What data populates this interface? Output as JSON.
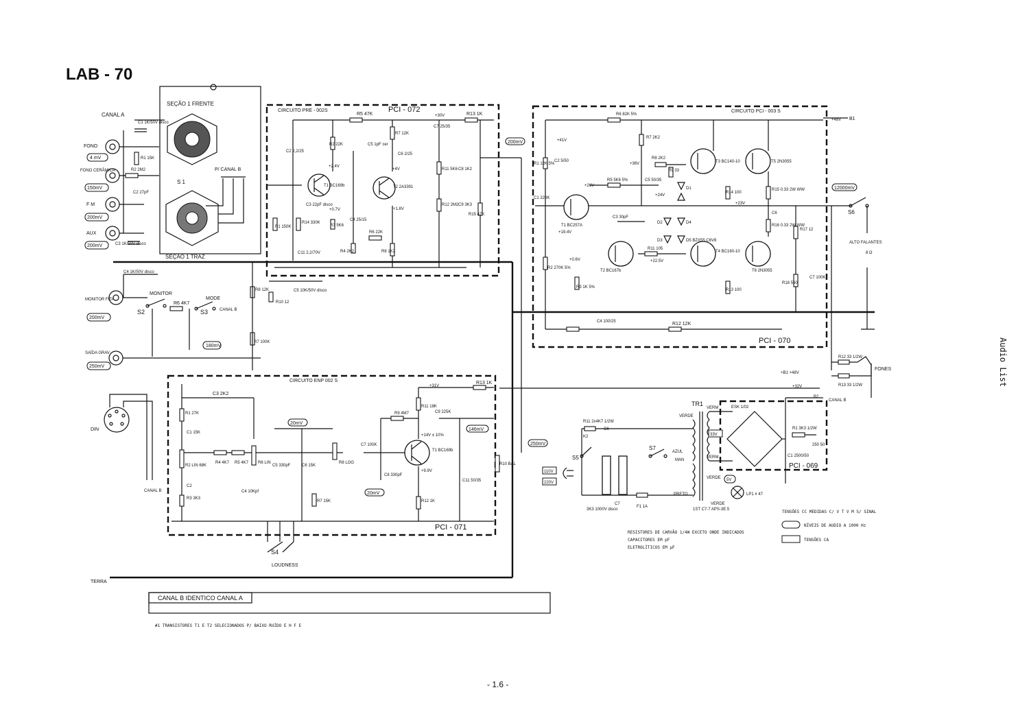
{
  "title": "LAB - 70",
  "page_number": "- 1.6 -",
  "side_note": "Audio List",
  "pcb_labels": {
    "pre_circuit": "CIRCUITO  PRE - 002S",
    "pre_board": "PCI - 072",
    "pwr_circuit": "CIRCUITO  PCI - 003 S",
    "pwr_board": "PCI - 070",
    "tone_circuit": "CIRCUITO  ENP 002 S",
    "tone_board": "PCI - 071",
    "psu_board": "PCI - 069"
  },
  "inputs": {
    "canal_a": "CANAL A",
    "fono": "FONO",
    "fono_level": "4 mV",
    "fono_ceramica": "FONO CERÂMICA",
    "fono_ceramica_level": "150mV",
    "fm": "F M",
    "fm_level": "200mV",
    "aux": "AUX",
    "aux_level": "200mV",
    "monitor": "MONITOR FITA",
    "monitor_level": "200mV",
    "saida_grav": "SAÍDA GRAV",
    "saida_level": "250mV",
    "din": "DIN",
    "canal_b_left": "CANAL B"
  },
  "selector": {
    "section1_front": "SEÇÃO 1 FRENTE",
    "section1_back": "SEÇÃO 1 TRAZ",
    "s1": "S 1",
    "to_canal_b": "P/ CANAL B"
  },
  "switches": {
    "s2": "S2",
    "s3": "S3",
    "s4": "S4",
    "s5": "S5",
    "s6": "S6",
    "s7": "S7",
    "monitor": "MONITOR",
    "mode": "MODE",
    "to_canal_b": "CANAL B",
    "loudness": "LOUDNESS"
  },
  "pre_parts": [
    "C2 2,2/25",
    "R2 22K",
    "+2.4V",
    "T1 BC169b",
    "C3 22pF disco",
    "+0.7V",
    "R14 330K",
    "R3 5K6",
    "C4 25/15",
    "R1 150K",
    "C11 2,2/70V",
    "R4 2K2",
    "R5 47K",
    "R7 12K",
    "C5 1pF cer",
    "C6 2/25",
    "+4V",
    "T2 2A3391",
    "+1.8V",
    "R6 22K",
    "R8 1K2",
    "C7 25/35",
    "+30V",
    "R13 1K",
    "R11 5K6",
    "R12 2M2",
    "C8 1K2",
    "C9 3K3",
    "R15 47K"
  ],
  "pre_levels": {
    "mid": "200mV",
    "bus": "180mV"
  },
  "left_parts": [
    "C1 1K/50V disco",
    "R1 15K",
    "R2 2M2",
    "C2 27pF",
    "C3 1K/50V disco",
    "C4 1K/50V disco",
    "R6 4K7",
    "R8 12K",
    "R10 12",
    "C5 10K/50V disco",
    "R7 100K"
  ],
  "tone_parts": [
    "R1 27K",
    "C1 15K",
    "R2 LIN 68K",
    "C2",
    "R3 3K3",
    "C3 2K2",
    "R4 4K7",
    "R5 4K7",
    "R6 LIN",
    "C5 330pF",
    "C4 10Kpf",
    "C6 15K",
    "R7 15K",
    "R8 LOG",
    "C7 100K",
    "R9 4M7",
    "C9 225K",
    "R11 18K",
    "T1 BC169b",
    "+14V ± 10%",
    "+9.9V",
    "C8 330pF",
    "R12 1K",
    "C11 50/35",
    "R13 1K",
    "+31V",
    "R10 BAL"
  ],
  "tone_levels": {
    "in": "20mV",
    "mid": "20mV",
    "out": "146mV",
    "bal": "250mV"
  },
  "pwr_parts": [
    "R6 82K 5%",
    "R7 2K2",
    "R8 2K2",
    "R9 33",
    "C5 50/35",
    "+36V",
    "+24V",
    "D1",
    "D2",
    "D3",
    "D4",
    "D5 BZX55 C6V8",
    "T3 BC140-10",
    "T5 2N3055",
    "R14 100",
    "+23V",
    "R15 0.33 2W WW",
    "R16 0.33 2W WW",
    "C6",
    "T1 BC257A",
    "T2 BC167b",
    "T4 BC160-10",
    "T6 2N3055",
    "R5 5K6 5%",
    "C3 30pF",
    "R11 105",
    "+22.5V",
    "R13 100",
    "R12 12K",
    "C4 100/25",
    "C1 220K",
    "R1 12K 5%",
    "C2 5/50",
    "R2 270K 5%",
    "R3 1K 5%",
    "R17 12",
    "C7 100K",
    "R18 560",
    "+41V",
    "+26V",
    "+0.6V",
    "+19.4V"
  ],
  "pwr_levels": {
    "out": "12000mV"
  },
  "output": {
    "alto": "ALTO FALANTES",
    "ohms": "8 Ω",
    "fones": "FONES",
    "r12": "R12 33 1/2W",
    "r13": "R13 33 1/2W",
    "b1": "+48V",
    "b1_label": "B1"
  },
  "psu": {
    "tr1": "TR1",
    "verde": "VERDE",
    "azul": "AZUL",
    "preto": "PRETO",
    "verm": "VERM",
    "man": "MAN",
    "v110": "110V",
    "v220": "220V",
    "ac_label": "33V",
    "bridge": "ESK 1/02",
    "b1": "+B1 +48V",
    "b2": "+32V",
    "b2_label": "B2",
    "canal_b": "CANAL B",
    "lamp": "5V",
    "lamp_label": "LP1 # 47",
    "parts": [
      "R11 2x4K7 1/2W",
      "C6",
      "K2",
      "3K3 1000V disco",
      "C7",
      "F1 1A",
      "R1 3K3 1/2W",
      "C1 2500/50",
      "250 50"
    ],
    "transformer": "1ST C7-7 APS-3E.5"
  },
  "notes": {
    "resistors": "RESISTORES DE CARVÃO 1/4W EXCETO ONDE INDICADOS",
    "capacitors": "CAPACITORES EM pF",
    "electrolytics": "ELETROLÍTICOS EM µF",
    "terra": "TERRA",
    "canal_b_identico": "CANAL B IDENTICO CANAL A",
    "footnote": "#1 TRANSISTORES T1 E T2 SELECIONADOS P/ BAIXO RUÍDO E H F E"
  },
  "legend": {
    "title": "TENSÕES CC MEDIDAS C/ V T V M S/ SINAL",
    "audio": "NÍVEIS DE AUDIO A 1000 Hz",
    "ac": "TENSÕES CA"
  }
}
